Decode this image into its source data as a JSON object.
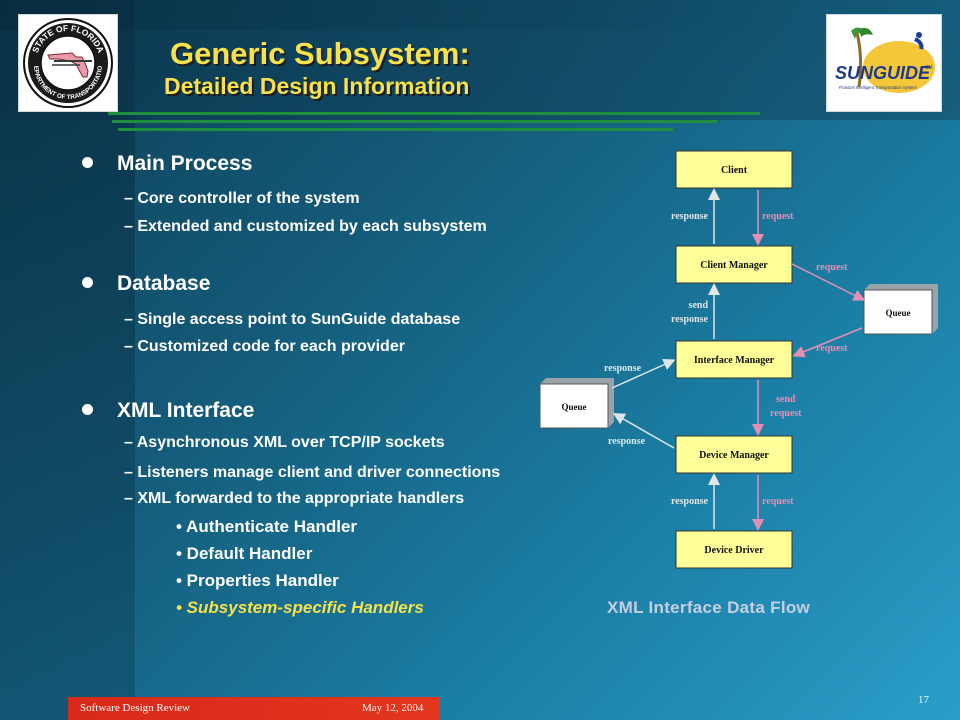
{
  "slide": {
    "title": "Generic Subsystem:",
    "subtitle": "Detailed Design Information",
    "colors": {
      "title": "#f6e24a",
      "accent_rule": "#1e8f3d",
      "footer": "#e0321c",
      "box_fill": "#ffff99",
      "arrow_pink": "#e58fb5"
    }
  },
  "logos": {
    "fdot": {
      "icon": "fdot-seal-logo",
      "ring_text_top": "STATE OF FLORIDA",
      "ring_text_bottom": "DEPARTMENT OF TRANSPORTATION"
    },
    "sunguide": {
      "icon": "sunguide-logo",
      "name": "SUNGUIDE",
      "mark": "SM",
      "tagline": "Florida's Intelligent Transportation System"
    }
  },
  "content": {
    "sections": [
      {
        "heading": "Main Process",
        "items": [
          "– Core controller of the system",
          "– Extended and customized by each subsystem"
        ]
      },
      {
        "heading": "Database",
        "items": [
          "– Single access point to SunGuide database",
          "– Customized code for each provider"
        ]
      },
      {
        "heading": "XML Interface",
        "items": [
          "– Asynchronous XML over TCP/IP sockets",
          "– Listeners manage client and driver connections",
          "– XML forwarded to the appropriate handlers"
        ],
        "handlers": [
          "• Authenticate Handler",
          "• Default Handler",
          "• Properties Handler",
          "• Subsystem-specific Handlers"
        ]
      }
    ]
  },
  "diagram": {
    "boxes": {
      "client": "Client",
      "client_manager": "Client Manager",
      "interface_manager": "Interface Manager",
      "device_manager": "Device Manager",
      "device_driver": "Device Driver",
      "queue_right": "Queue",
      "queue_left": "Queue"
    },
    "labels": {
      "response_1": "response",
      "request_1": "request",
      "request_queue_in": "request",
      "send_response_1": "send",
      "send_response_2": "response",
      "request_queue_out": "request",
      "response_queue_left_in": "response",
      "response_queue_left_out": "response",
      "send_request_1": "send",
      "send_request_2": "request",
      "response_2": "response",
      "request_2": "request"
    },
    "caption": "XML Interface Data Flow"
  },
  "footer": {
    "left": "Software Design Review",
    "date": "May 12, 2004",
    "page": "17"
  }
}
